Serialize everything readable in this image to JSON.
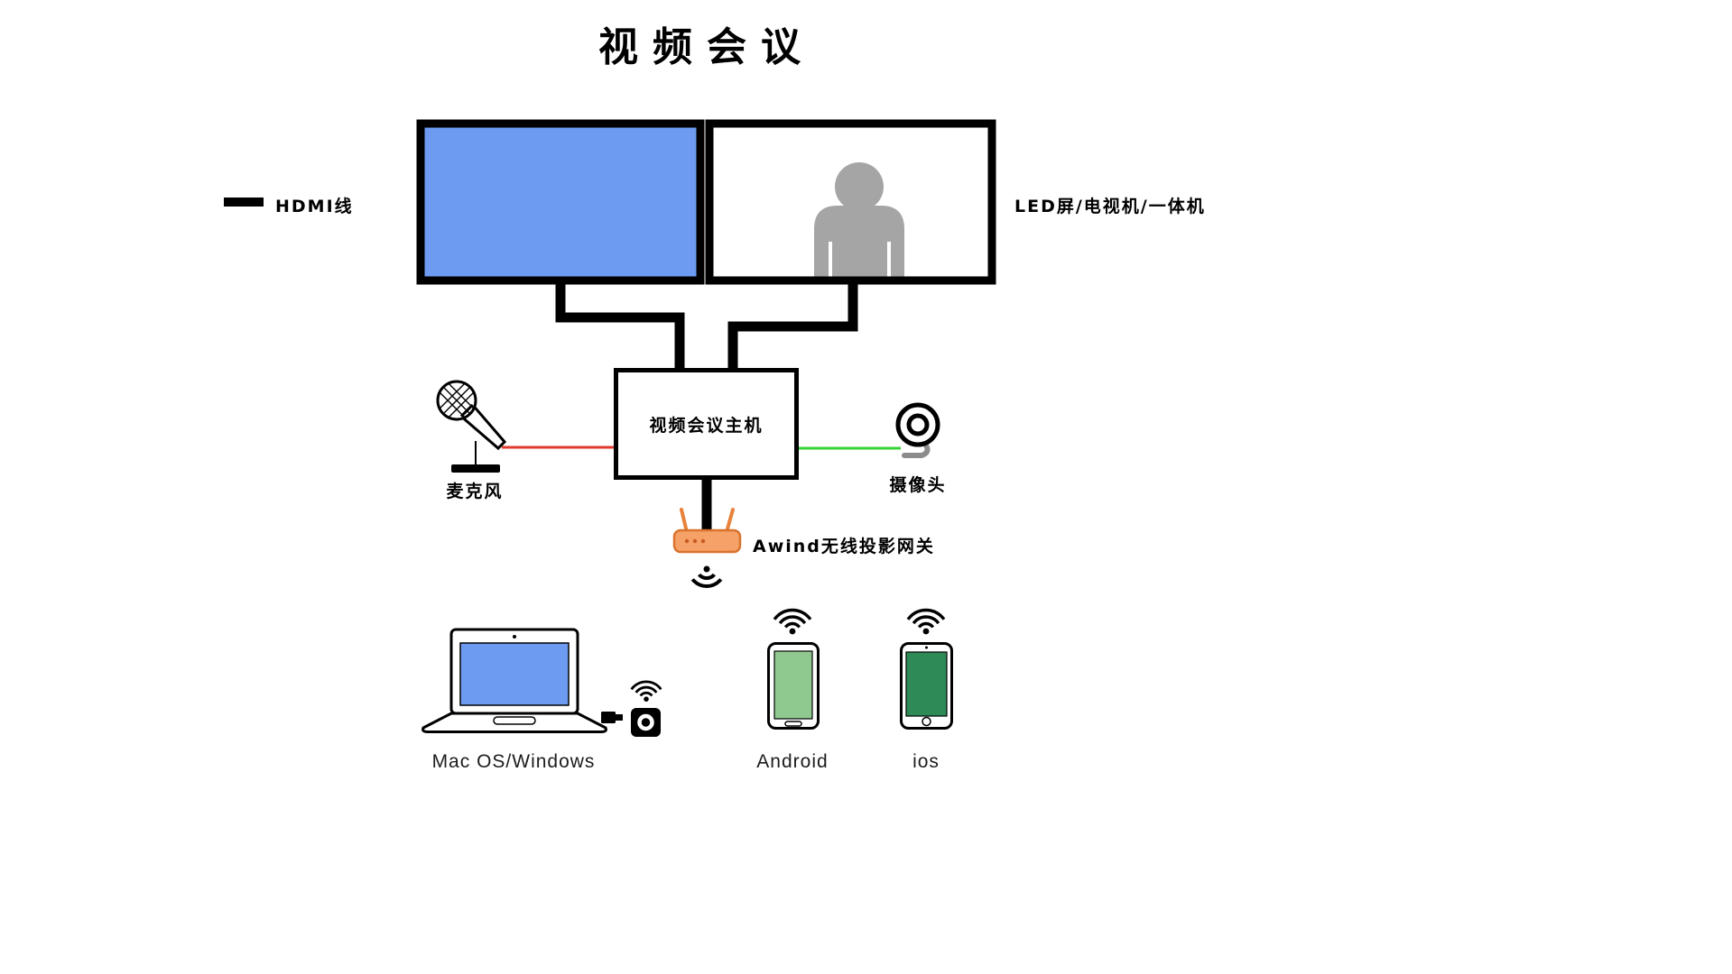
{
  "title": "视频会议",
  "legend": {
    "hdmi": "HDMI线"
  },
  "display_wall": {
    "label": "LED屏/电视机/一体机"
  },
  "host_box": {
    "label": "视频会议主机"
  },
  "microphone": {
    "label": "麦克风"
  },
  "camera": {
    "label": "摄像头"
  },
  "gateway": {
    "label": "Awind无线投影网关"
  },
  "devices": [
    {
      "id": "laptop",
      "label": "Mac OS/Windows"
    },
    {
      "id": "android",
      "label": "Android"
    },
    {
      "id": "ios",
      "label": "ios"
    }
  ],
  "icons": [
    "microphone-icon",
    "webcam-icon",
    "router-icon",
    "wifi-broadcast-icon",
    "wifi-icon",
    "usb-dongle-icon",
    "laptop-icon",
    "android-phone-icon",
    "ios-phone-icon",
    "person-silhouette-icon"
  ],
  "colors": {
    "screen_blue": "#6D9BF1",
    "person_gray": "#A5A5A5",
    "android_screen": "#8FC98F",
    "ios_screen": "#2E8B57",
    "router_body": "#F5A167",
    "router_outline": "#D9732E",
    "hdmi_line": "#000000",
    "mic_line": "#E03A2F",
    "camera_line": "#35D435"
  }
}
